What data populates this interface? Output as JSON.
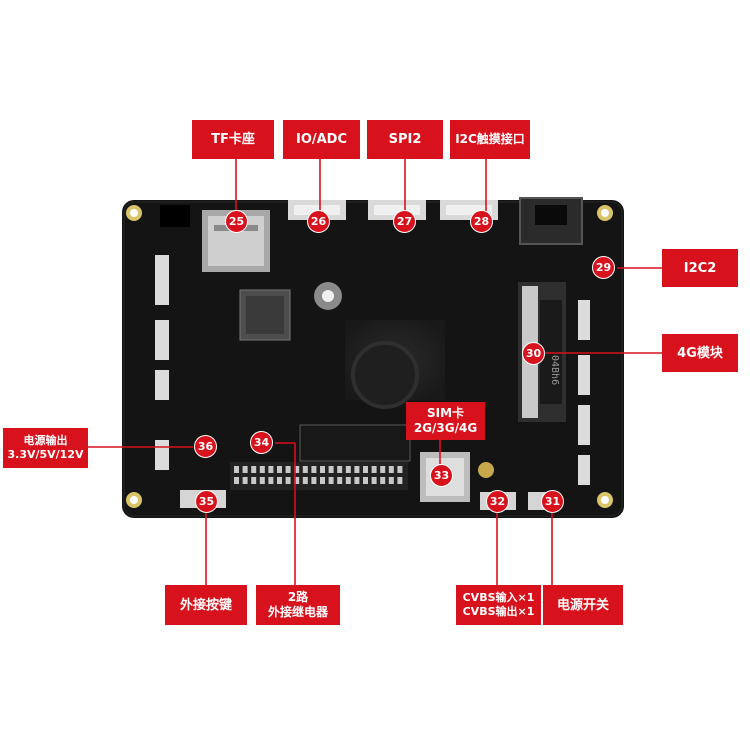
{
  "labels": {
    "l25": "TF卡座",
    "l26": "IO/ADC",
    "l27": "SPI2",
    "l28": "I2C触摸接口",
    "l29": "I2C2",
    "l30": "4G模块",
    "l36_line1": "电源输出",
    "l36_line2": "3.3V/5V/12V",
    "l35": "外接按键",
    "l34_line1": "2路",
    "l34_line2": "外接继电器",
    "l32_line1": "CVBS输入×1",
    "l32_line2": "CVBS输出×1",
    "l31": "电源开关",
    "l33_line1": "SIM卡",
    "l33_line2": "2G/3G/4G"
  },
  "markers": {
    "m25": "25",
    "m26": "26",
    "m27": "27",
    "m28": "28",
    "m29": "29",
    "m30": "30",
    "m31": "31",
    "m32": "32",
    "m33": "33",
    "m34": "34",
    "m35": "35",
    "m36": "36"
  },
  "board_text": {
    "module_marking": "04Bh6"
  },
  "colors": {
    "accent": "#d8121d",
    "board": "#141414"
  }
}
